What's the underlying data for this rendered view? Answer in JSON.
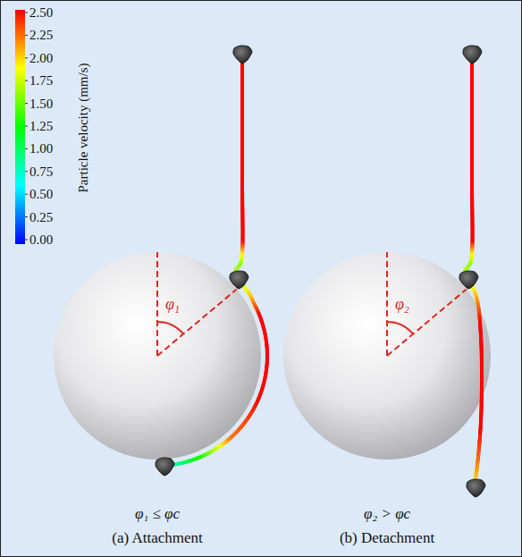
{
  "diagram": {
    "labels": [
      "2.50",
      "2.25",
      "2.00",
      "1.75",
      "1.50",
      "1.25",
      "1.00",
      "0.75",
      "0.50",
      "0.25",
      "0.00",
      "Particle velocity (mm/s)",
      "φ₁",
      "φ₂",
      "φ₁ ≤ φc",
      "(a) Attachment",
      "φ₂ > φc",
      "(b) Detachment"
    ]
  }
}
